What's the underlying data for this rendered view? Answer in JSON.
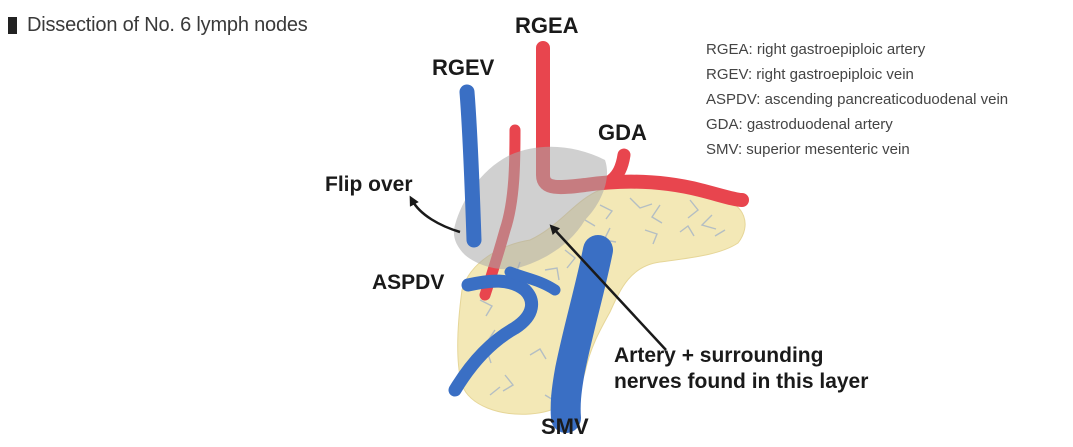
{
  "heading": {
    "title": "Dissection of No. 6 lymph nodes"
  },
  "labels": {
    "rgea": "RGEA",
    "rgev": "RGEV",
    "gda": "GDA",
    "flip_over": "Flip over",
    "aspdv": "ASPDV",
    "smv": "SMV",
    "artery_line1": "Artery + surrounding",
    "artery_line2": "nerves found in this layer"
  },
  "legend": [
    "RGEA: right gastroepiploic artery",
    "RGEV: right gastroepiploic vein",
    "ASPDV: ascending pancreaticoduodenal vein",
    "GDA: gastroduodenal artery",
    "SMV: superior mesenteric vein"
  ],
  "colors": {
    "artery": "#e8454e",
    "vein": "#3a6fc4",
    "pancreas": "#f3e8b6",
    "tissue_layer": "#b5b5b5",
    "text": "#1a1a1a"
  }
}
